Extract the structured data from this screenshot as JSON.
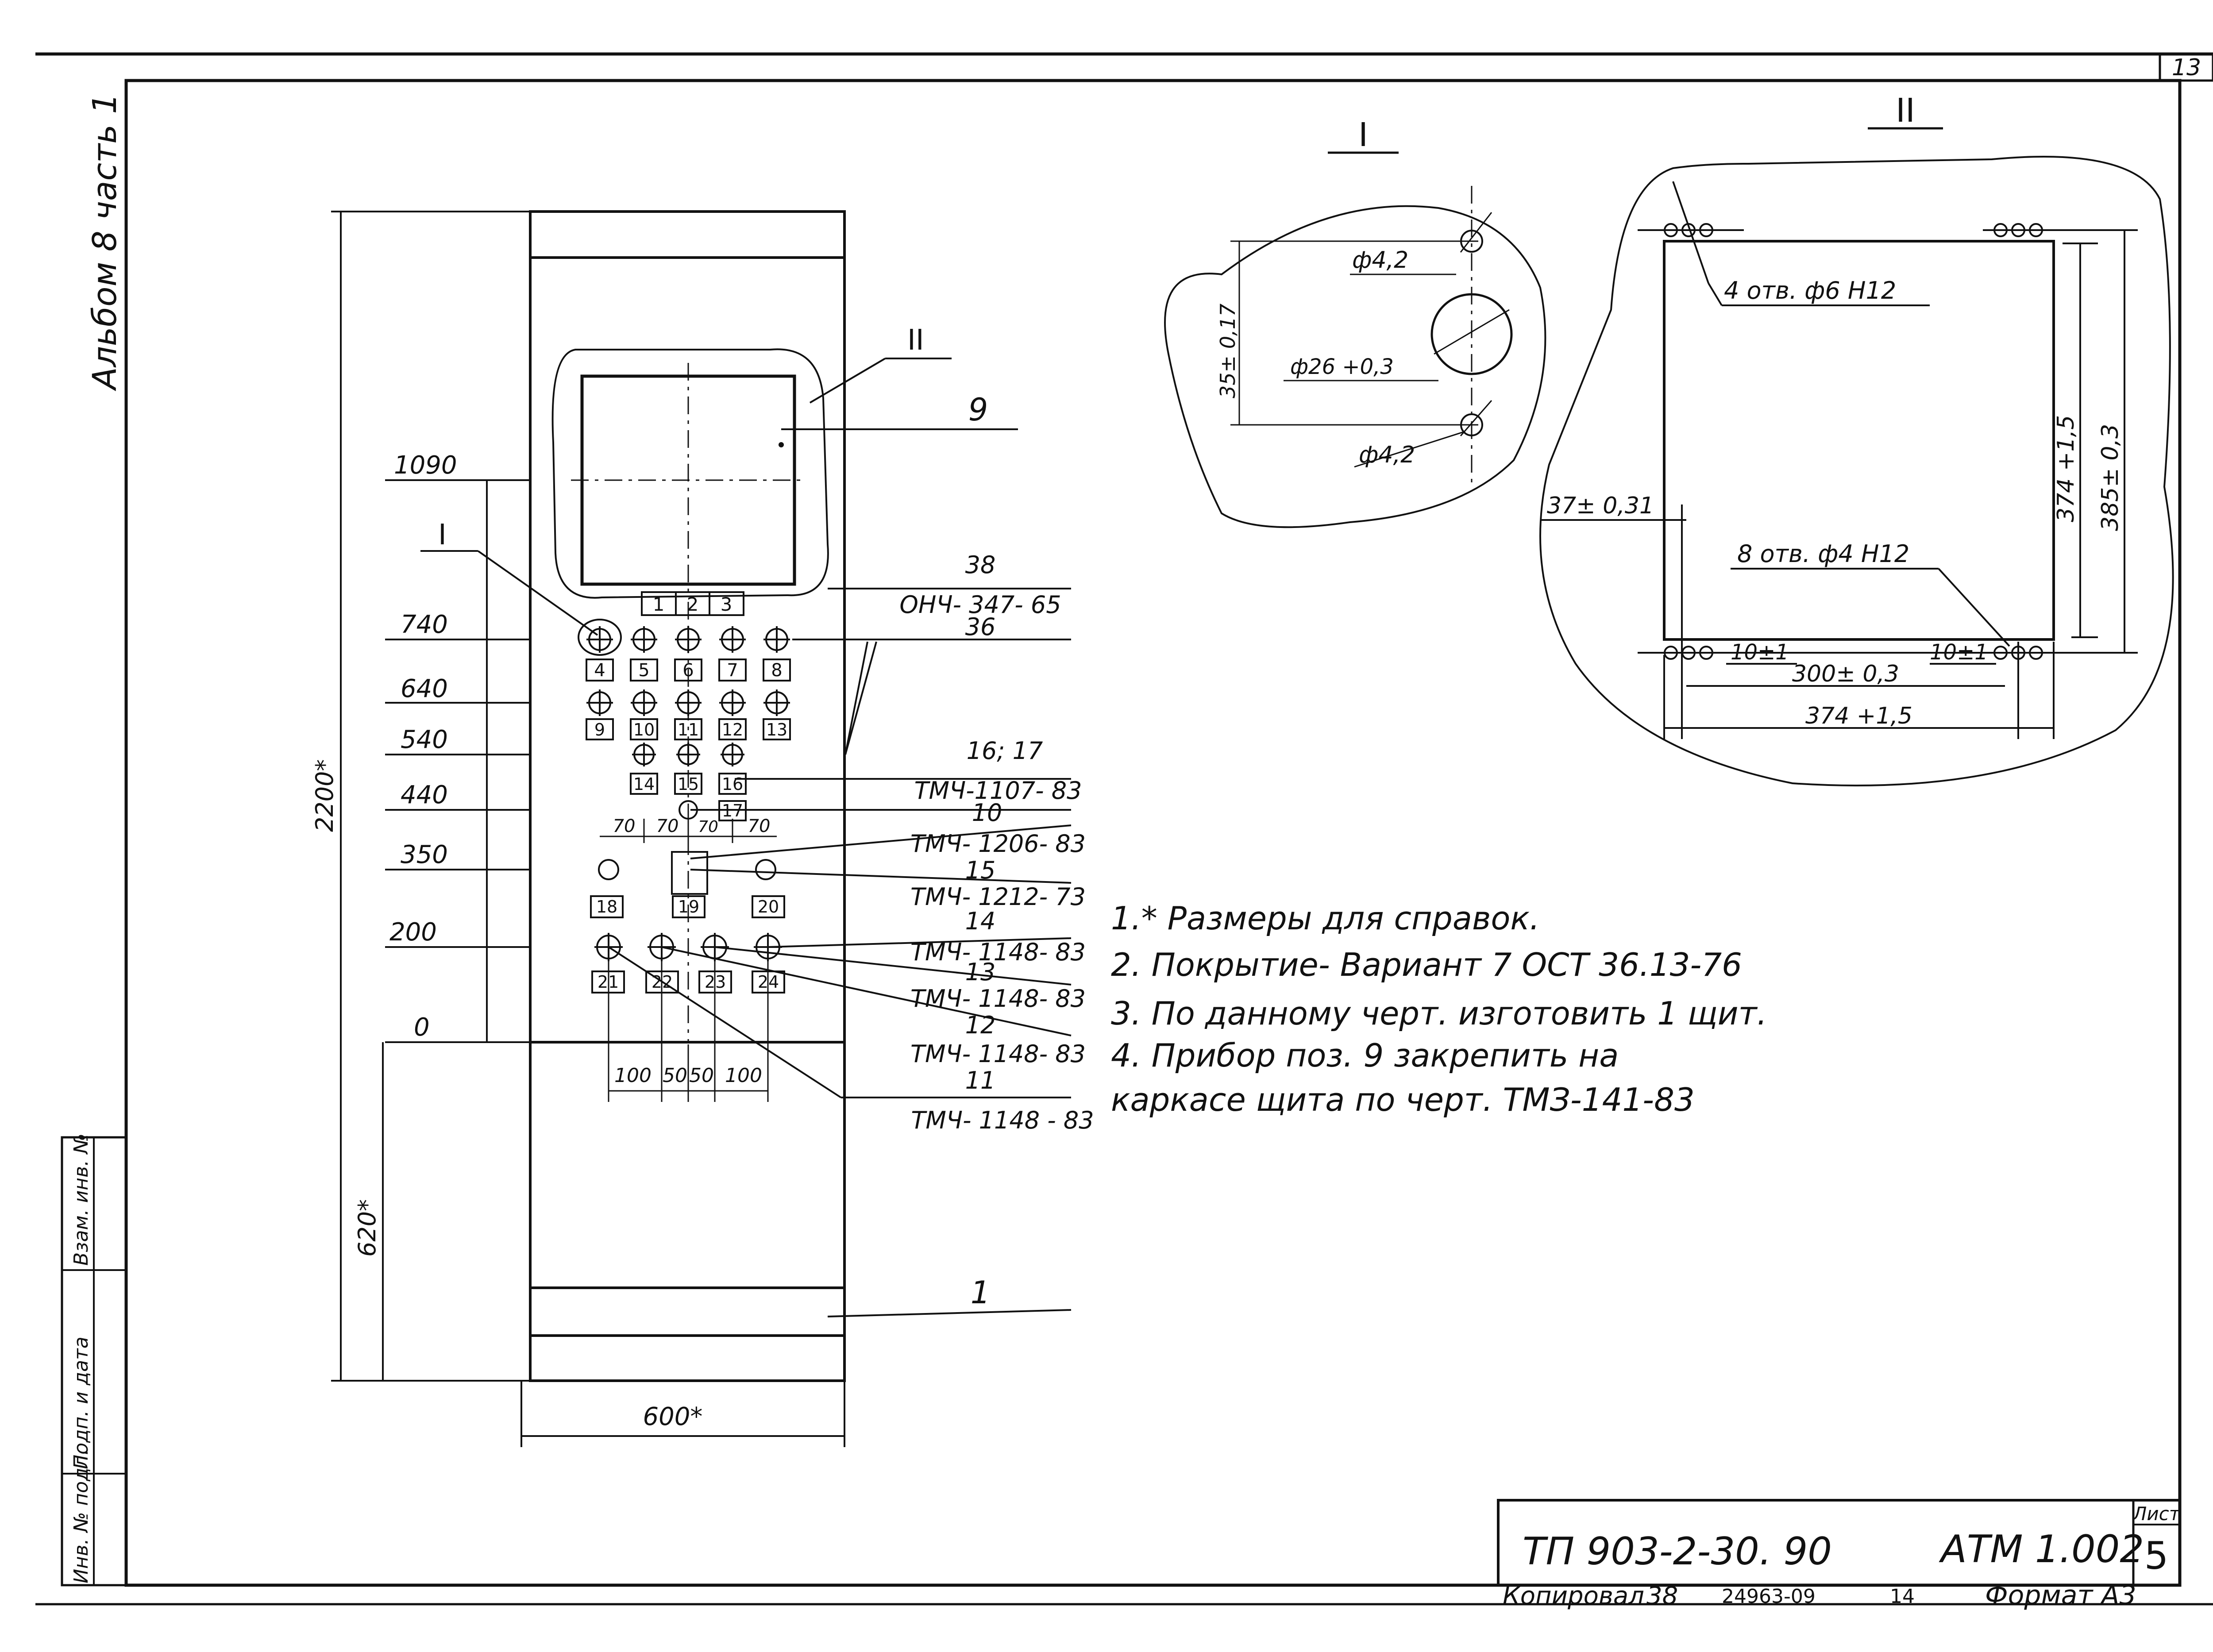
{
  "sheet": {
    "corner_number": "13",
    "album_label": "Альбом 8 часть 1",
    "side_stamp": {
      "inv_podl": "Инв. № подл.",
      "sign_date": "Подп. и дата",
      "vzam_inv": "Взам. инв. №"
    }
  },
  "panel": {
    "height_label": "2200*",
    "bottom_height_label": "620*",
    "width_label": "600*",
    "callout_view_I": "I",
    "callout_view_II": "II",
    "levels": [
      "1090",
      "740",
      "640",
      "540",
      "440",
      "350",
      "200",
      "0"
    ],
    "row1_numbers": [
      "1",
      "2",
      "3"
    ],
    "row2_numbers": [
      "4",
      "5",
      "6",
      "7",
      "8"
    ],
    "row3_numbers": [
      "9",
      "10",
      "11",
      "12",
      "13"
    ],
    "row4_numbers": [
      "14",
      "15",
      "16"
    ],
    "row4_extra": "17",
    "row5_numbers": [
      "18",
      "19",
      "20"
    ],
    "row6_numbers": [
      "21",
      "22",
      "23",
      "24"
    ],
    "spacing_70": [
      "70",
      "70",
      "70",
      "70"
    ],
    "bottom_spacing": [
      "100",
      "50",
      "50",
      "100"
    ]
  },
  "callouts": [
    {
      "pos": "38",
      "doc": "ОНЧ- 347- 65"
    },
    {
      "pos": "36",
      "doc": ""
    },
    {
      "pos": "16; 17",
      "doc": "ТМЧ-1107- 83"
    },
    {
      "pos": "10",
      "doc": "ТМЧ- 1206- 83"
    },
    {
      "pos": "15",
      "doc": "ТМЧ- 1212- 73"
    },
    {
      "pos": "14",
      "doc": "ТМЧ- 1148- 83"
    },
    {
      "pos": "13",
      "doc": "ТМЧ- 1148- 83"
    },
    {
      "pos": "12",
      "doc": "ТМЧ- 1148- 83"
    },
    {
      "pos": "11",
      "doc": "ТМЧ- 1148 - 83"
    }
  ],
  "pos_9": "9",
  "pos_1": "1",
  "detail_I": {
    "title": "I",
    "hole_top": "ф4,2",
    "hole_center": "ф26 +0,3",
    "hole_bottom": "ф4,2",
    "dim": "35± 0,17"
  },
  "detail_II": {
    "title": "II",
    "holes_4": "4 отв. ф6 Н12",
    "holes_8": "8 отв. ф4 Н12",
    "left_offset": "37± 0,31",
    "dim_10_left": "10±1",
    "dim_10_right": "10±1",
    "dim_300": "300± 0,3",
    "dim_374_bottom": "374 +1,5",
    "dim_374_side": "374 +1,5",
    "dim_385": "385± 0,3"
  },
  "notes": [
    "1.* Размеры для справок.",
    "2. Покрытие- Вариант 7   ОСТ 36.13-76",
    "3. По данному черт. изготовить 1 щит.",
    "4. Прибор поз. 9  закрепить на",
    "    каркасе щита по черт. ТМЗ-141-83"
  ],
  "title_block": {
    "doc_number": "ТП 903-2-30. 90",
    "code": "АТМ 1.002",
    "sheet_label": "Лист",
    "sheet_number": "5",
    "copied": "Копировал",
    "copier_sign": "38",
    "archive_number": "24963-09",
    "archive_sheet": "14",
    "format": "Формат А3"
  }
}
